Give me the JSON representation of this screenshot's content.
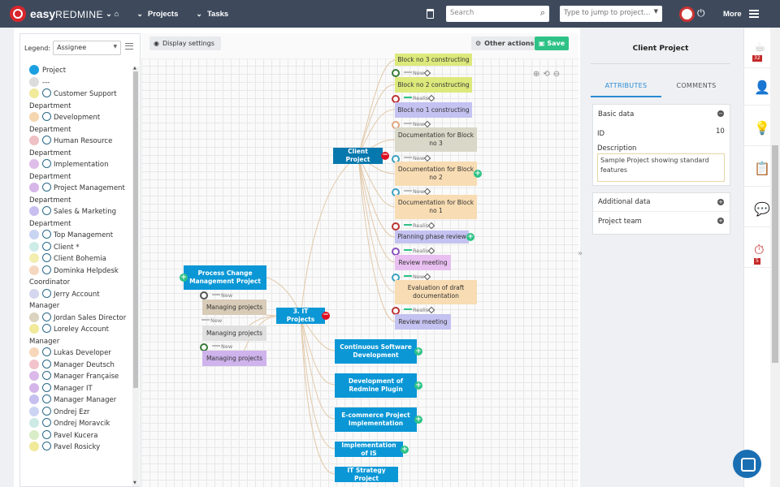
{
  "app": {
    "logo_bold": "easy",
    "logo_rest": "REDMINE"
  },
  "topnav": {
    "home_chevron": "⌄ ⌂",
    "projects": "Projects",
    "tasks": "Tasks",
    "search_placeholder": "Search",
    "jump_placeholder": "Type to jump to project...",
    "more": "More"
  },
  "toolbar": {
    "display_settings": "Display settings",
    "other_actions": "Other actions",
    "save": "Save"
  },
  "legend": {
    "label": "Legend:",
    "selected": "Assignee",
    "items": [
      {
        "label": "Project",
        "color": "#1a9fe0",
        "icon": false
      },
      {
        "label": "---",
        "color": "#dcdcdc",
        "icon": false
      },
      {
        "label": "Customer Support Department",
        "color": "#f0ea9a",
        "icon": true
      },
      {
        "label": "Development Department",
        "color": "#f5d6b0",
        "icon": true
      },
      {
        "label": "Human Resource Department",
        "color": "#efc0c4",
        "icon": true
      },
      {
        "label": "Implementation Department",
        "color": "#dfbde9",
        "icon": true
      },
      {
        "label": "Project Management Department",
        "color": "#d7b6e9",
        "icon": true
      },
      {
        "label": "Sales & Marketing Department",
        "color": "#c8bff0",
        "icon": true
      },
      {
        "label": "Top Management",
        "color": "#c9d3f2",
        "icon": true
      },
      {
        "label": "Client *",
        "color": "#cdebe7",
        "icon": true
      },
      {
        "label": "Client Bohemia",
        "color": "#f3eeb0",
        "icon": true
      },
      {
        "label": "Dominka Helpdesk Coordinator",
        "color": "#f5d7c0",
        "icon": true
      },
      {
        "label": "Jerry Account Manager",
        "color": "#d3d6ec",
        "icon": true
      },
      {
        "label": "Jordan Sales Director",
        "color": "#d9d3bf",
        "icon": true
      },
      {
        "label": "Loreley Account Manager",
        "color": "#f0ea9a",
        "icon": true
      },
      {
        "label": "Lukas Developer",
        "color": "#f7d7b9",
        "icon": true
      },
      {
        "label": "Manager Deutsch",
        "color": "#f2c3cb",
        "icon": true
      },
      {
        "label": "Manager Française",
        "color": "#dab8ea",
        "icon": true
      },
      {
        "label": "Manager IT",
        "color": "#d4b6ea",
        "icon": true
      },
      {
        "label": "Manager Manager",
        "color": "#c6c0f0",
        "icon": true
      },
      {
        "label": "Ondrej Ezr",
        "color": "#cbd4f2",
        "icon": true
      },
      {
        "label": "Ondrej Moravcik",
        "color": "#cdeae5",
        "icon": true
      },
      {
        "label": "Pavel Kucera",
        "color": "#d8ecc6",
        "icon": true
      },
      {
        "label": "Pavel Rosicky",
        "color": "#f0ea9a",
        "icon": true
      }
    ]
  },
  "mindmap": {
    "client_project": "Client Project",
    "it_projects": "3. IT Projects",
    "process_change": "Process Change Management Project",
    "managing_projects": "Managing projects",
    "continuous": "Continuous Software Development",
    "redmine_plugin": "Development of Redmine Plugin",
    "ecommerce": "E-commerce Project Implementation",
    "implementation_is": "Implementation of IS",
    "it_strategy": "IT Strategy Project",
    "block3": "Block no 3 constructing",
    "block2": "Block no 2 constructing",
    "block1": "Block no 1 constructing",
    "doc3": "Documentation for Block no 3",
    "doc2": "Documentation for Block no 2",
    "doc1": "Documentation for Block no 1",
    "planning": "Planning phase review",
    "review1": "Review meeting",
    "evaluation": "Evaluation of draft documentation",
    "review2": "Review meeting",
    "status_new": "New",
    "status_realis": "Realis"
  },
  "details": {
    "title": "Client Project",
    "tab_attributes": "ATTRIBUTES",
    "tab_comments": "COMMENTS",
    "basic_data": "Basic data",
    "id_label": "ID",
    "id_value": "10",
    "description_label": "Description",
    "description_value": "Sample Project showing standard features",
    "additional_data": "Additional data",
    "project_team": "Project team"
  },
  "sidebar": {
    "badge_top": "32",
    "badge_bottom": "5"
  }
}
